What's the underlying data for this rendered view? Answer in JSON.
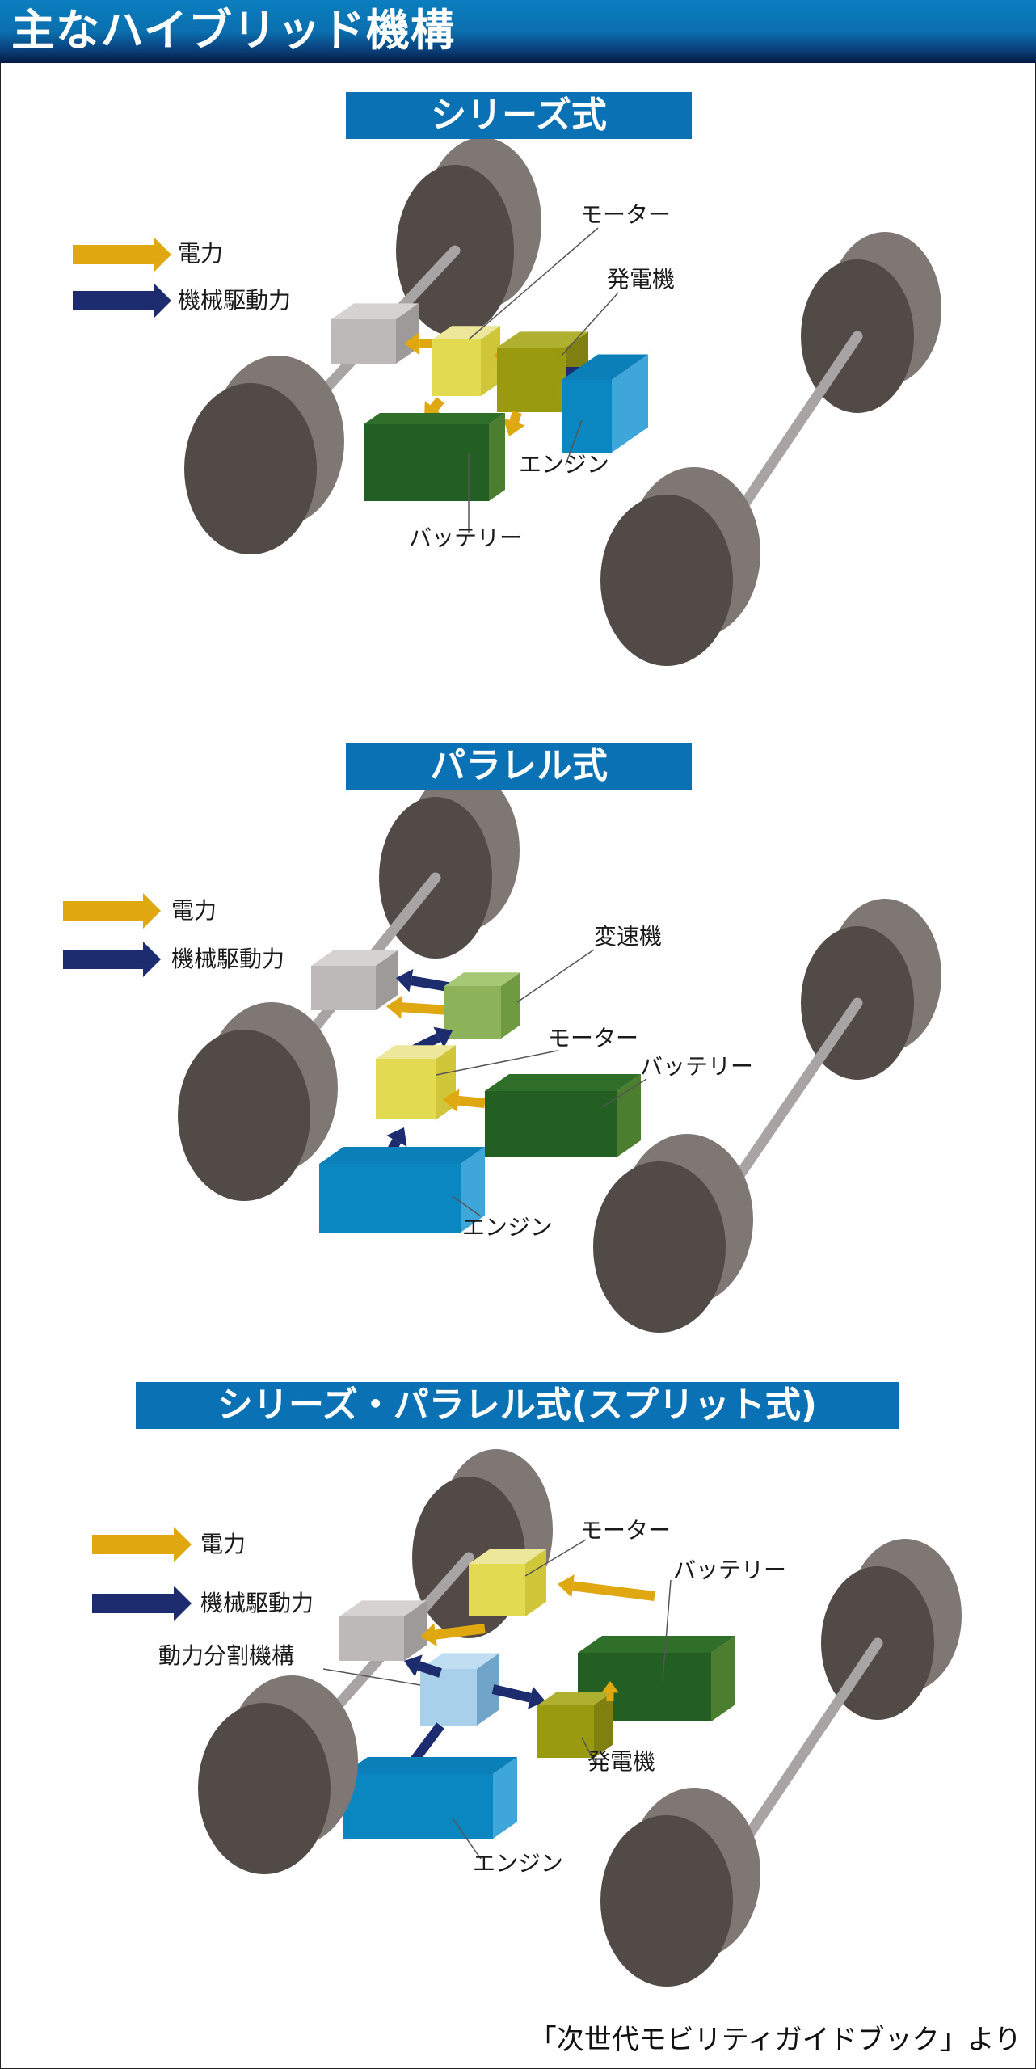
{
  "title": "主なハイブリッド機構",
  "legend": {
    "electric": "電力",
    "mechanical": "機械駆動力"
  },
  "colors": {
    "electric": "#e0a810",
    "mechanical": "#1c2c6e",
    "header": "#0a72b4",
    "wheel_face": "#524a47",
    "wheel_side": "#7f7774"
  },
  "sections": [
    {
      "title": "シリーズ式",
      "labels": {
        "motor": "モーター",
        "generator": "発電機",
        "engine": "エンジン",
        "battery": "バッテリー"
      }
    },
    {
      "title": "パラレル式",
      "labels": {
        "transmission": "変速機",
        "motor": "モーター",
        "battery": "バッテリー",
        "engine": "エンジン"
      }
    },
    {
      "title": "シリーズ・パラレル式(スプリット式)",
      "labels": {
        "motor": "モーター",
        "battery": "バッテリー",
        "split": "動力分割機構",
        "generator": "発電機",
        "engine": "エンジン"
      }
    }
  ],
  "source": "「次世代モビリティガイドブック」より"
}
